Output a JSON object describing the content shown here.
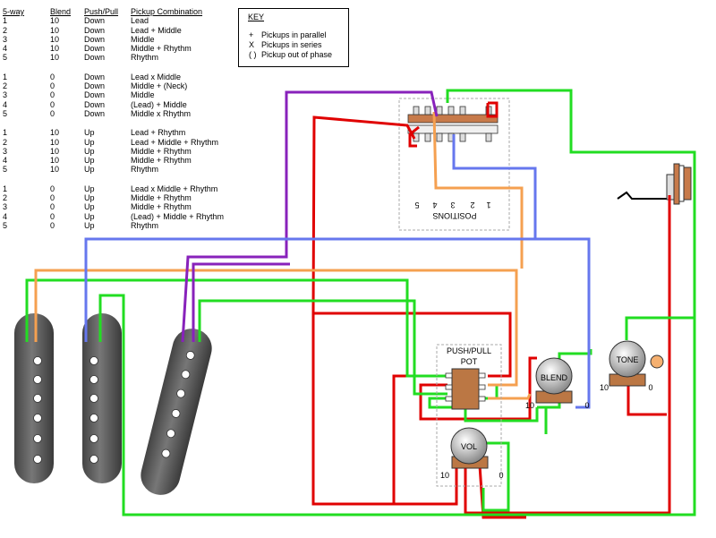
{
  "table": {
    "headers": [
      "5-way",
      "Blend",
      "Push/Pull",
      "Pickup Combination"
    ],
    "groups": [
      [
        [
          "1",
          "10",
          "Down",
          "Lead"
        ],
        [
          "2",
          "10",
          "Down",
          "Lead + Middle"
        ],
        [
          "3",
          "10",
          "Down",
          "Middle"
        ],
        [
          "4",
          "10",
          "Down",
          "Middle + Rhythm"
        ],
        [
          "5",
          "10",
          "Down",
          "Rhythm"
        ]
      ],
      [
        [
          "1",
          "0",
          "Down",
          "Lead x Middle"
        ],
        [
          "2",
          "0",
          "Down",
          "Middle + (Neck)"
        ],
        [
          "3",
          "0",
          "Down",
          "Middle"
        ],
        [
          "4",
          "0",
          "Down",
          "(Lead) + Middle"
        ],
        [
          "5",
          "0",
          "Down",
          "Middle x Rhythm"
        ]
      ],
      [
        [
          "1",
          "10",
          "Up",
          "Lead + Rhythm"
        ],
        [
          "2",
          "10",
          "Up",
          "Lead + Middle + Rhythm"
        ],
        [
          "3",
          "10",
          "Up",
          "Middle + Rhythm"
        ],
        [
          "4",
          "10",
          "Up",
          "Middle + Rhythm"
        ],
        [
          "5",
          "10",
          "Up",
          "Rhythm"
        ]
      ],
      [
        [
          "1",
          "0",
          "Up",
          "Lead x Middle + Rhythm"
        ],
        [
          "2",
          "0",
          "Up",
          "Middle + Rhythm"
        ],
        [
          "3",
          "0",
          "Up",
          "Middle + Rhythm"
        ],
        [
          "4",
          "0",
          "Up",
          "(Lead) + Middle + Rhythm"
        ],
        [
          "5",
          "0",
          "Up",
          "Rhythm"
        ]
      ]
    ]
  },
  "key": {
    "title": "KEY",
    "items": [
      {
        "symbol": "+",
        "text": "Pickups in parallel"
      },
      {
        "symbol": "X",
        "text": "Pickups in series"
      },
      {
        "symbol": "( )",
        "text": "Pickup out of phase"
      }
    ]
  },
  "labels": {
    "positions": "POSITIONS",
    "position_numbers": [
      "1",
      "2",
      "3",
      "4",
      "5"
    ],
    "push_pull_1": "PUSH/PULL",
    "push_pull_2": "POT",
    "blend": "BLEND",
    "tone": "TONE",
    "vol": "VOL",
    "ten": "10",
    "zero": "0"
  },
  "colors": {
    "red": "#e00000",
    "green": "#22dd22",
    "orange": "#f5a050",
    "purple": "#8822bb",
    "blue": "#6677ee",
    "pickup": "#555555",
    "pot_body": "#bb7744",
    "switch_body": "#c77a4a"
  }
}
